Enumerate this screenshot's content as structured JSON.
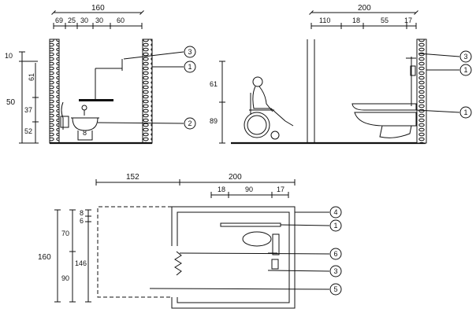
{
  "elevation_a": {
    "overall": "160",
    "segments": [
      "69",
      "25",
      "30",
      "30",
      "60"
    ],
    "heights": [
      "10",
      "61",
      "50",
      "37",
      "52"
    ],
    "small_mark": "8"
  },
  "elevation_b": {
    "overall": "200",
    "segments": [
      "110",
      "18",
      "55",
      "17"
    ],
    "heights": [
      "61",
      "89"
    ]
  },
  "plan": {
    "top_segments": [
      "152",
      "200"
    ],
    "sub_segments": [
      "18",
      "90",
      "17"
    ],
    "overall_height": "160",
    "left_heights": [
      "70",
      "90"
    ],
    "inner_heights": [
      "8",
      "6",
      "146"
    ]
  },
  "callouts": {
    "a1": "3",
    "a2": "1",
    "a3": "2",
    "b1": "3",
    "b2": "1",
    "b3": "1",
    "p1": "4",
    "p2": "1",
    "p3": "6",
    "p4": "3",
    "p5": "5"
  }
}
